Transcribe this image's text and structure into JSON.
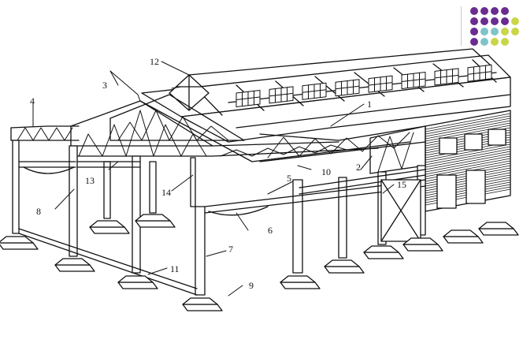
{
  "callouts": [
    {
      "id": "1",
      "label": "1"
    },
    {
      "id": "2",
      "label": "2"
    },
    {
      "id": "3",
      "label": "3"
    },
    {
      "id": "4",
      "label": "4"
    },
    {
      "id": "5",
      "label": "5"
    },
    {
      "id": "6",
      "label": "6"
    },
    {
      "id": "7",
      "label": "7"
    },
    {
      "id": "8",
      "label": "8"
    },
    {
      "id": "9",
      "label": "9"
    },
    {
      "id": "10",
      "label": "10"
    },
    {
      "id": "11",
      "label": "11"
    },
    {
      "id": "12",
      "label": "12"
    },
    {
      "id": "13",
      "label": "13"
    },
    {
      "id": "14",
      "label": "14"
    },
    {
      "id": "15",
      "label": "15"
    }
  ],
  "logo": {
    "colors": [
      "#6a2c91",
      "#8e5bb5",
      "#7fc4c8",
      "#c9d64a"
    ],
    "dots": [
      "purple",
      "purple",
      "purple",
      "purple",
      "none",
      "purple",
      "purple",
      "purple",
      "purple",
      "lime",
      "purple",
      "teal",
      "teal",
      "lime",
      "lime",
      "purple",
      "teal",
      "lime",
      "lime",
      "none"
    ]
  }
}
